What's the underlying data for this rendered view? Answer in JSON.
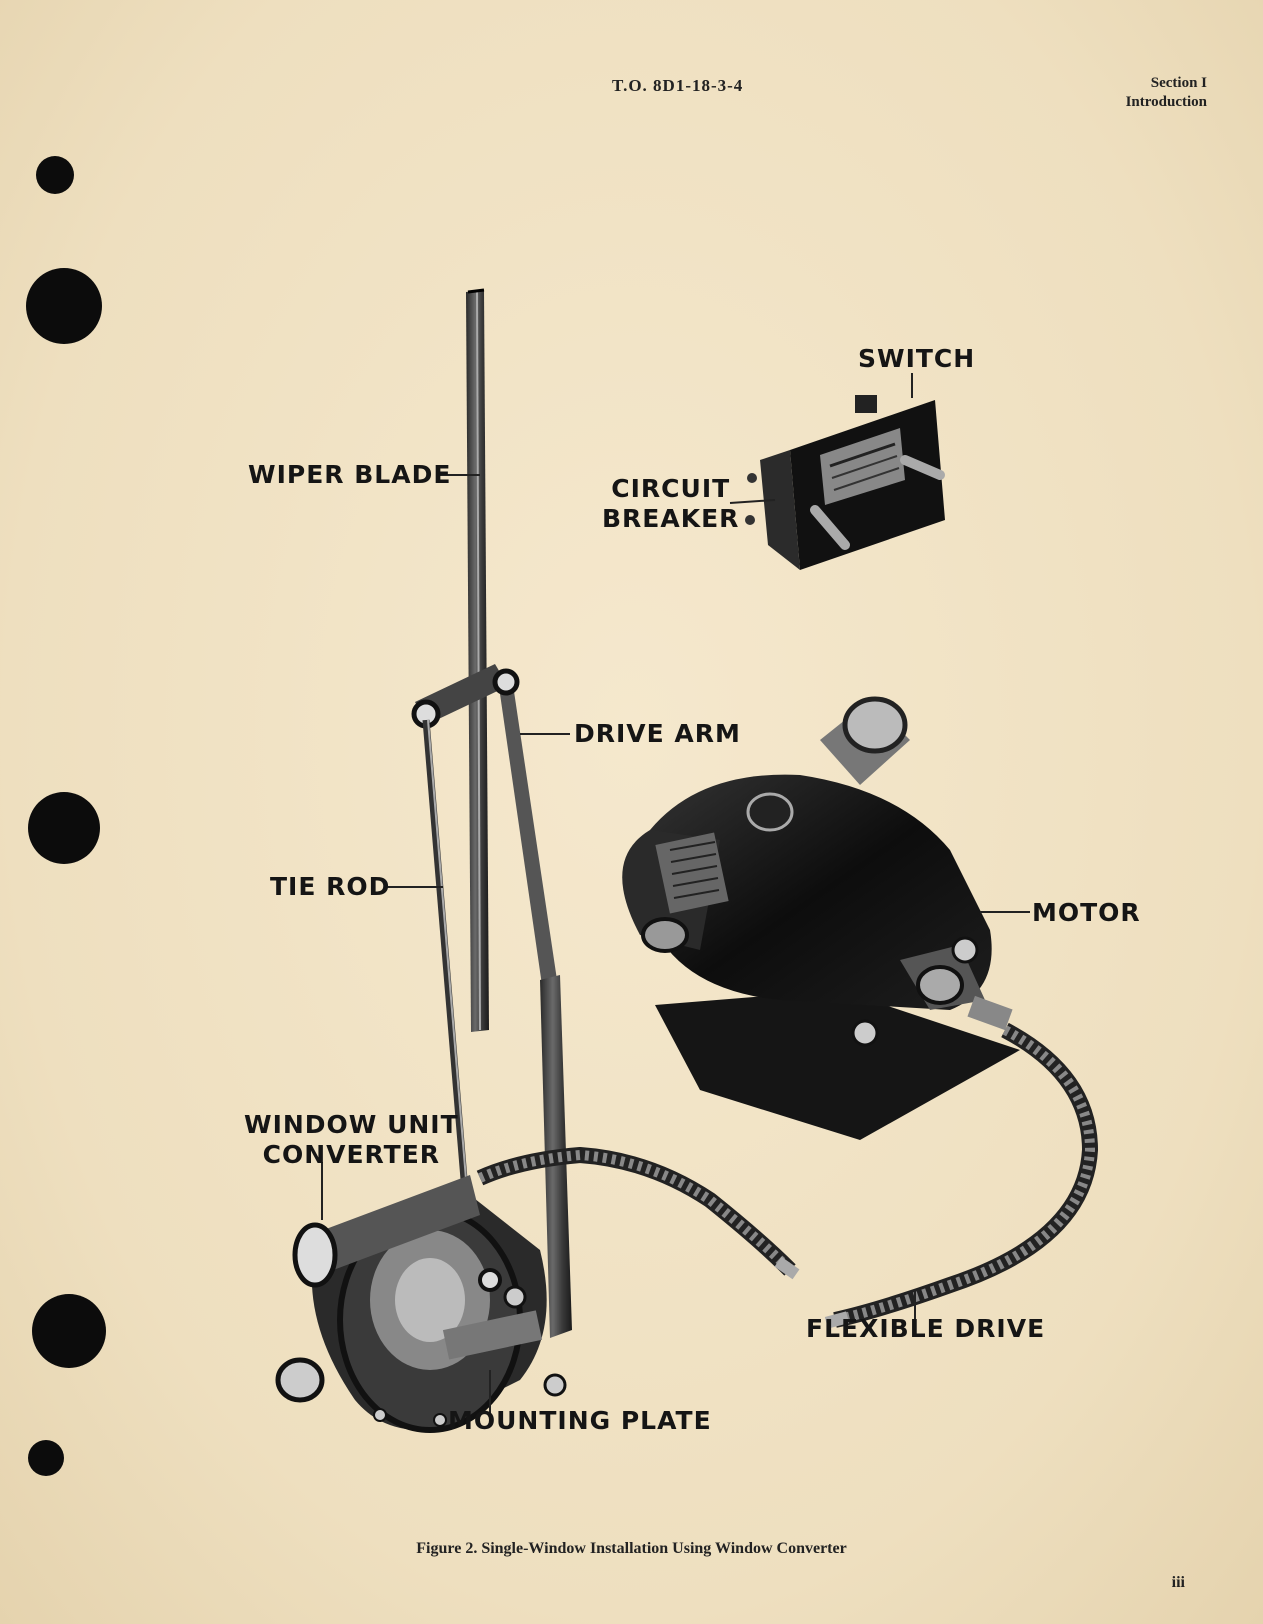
{
  "header": {
    "doc_number": "T.O. 8D1-18-3-4",
    "section": "Section I",
    "section_title": "Introduction"
  },
  "figure": {
    "labels": {
      "switch": "SWITCH",
      "circuit_breaker_line1": "CIRCUIT",
      "circuit_breaker_line2": "BREAKER",
      "wiper_blade": "WIPER BLADE",
      "drive_arm": "DRIVE ARM",
      "tie_rod": "TIE ROD",
      "motor": "MOTOR",
      "window_unit_line1": "WINDOW UNIT",
      "window_unit_line2": "CONVERTER",
      "flexible_drive": "FLEXIBLE DRIVE",
      "mounting_plate": "MOUNTING PLATE"
    },
    "caption": "Figure 2.  Single-Window Installation Using Window Converter"
  },
  "footer": {
    "page_number": "iii"
  }
}
